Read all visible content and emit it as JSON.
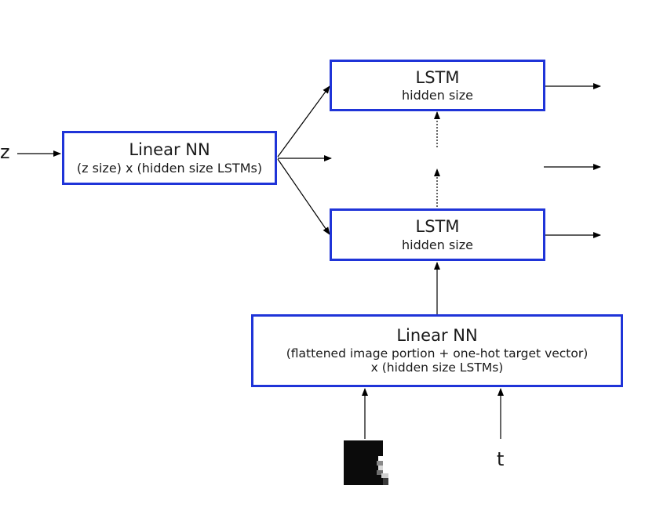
{
  "diagram": {
    "z_label": "z",
    "t_label": "t",
    "linear_left": {
      "title": "Linear NN",
      "subtitle": "(z size) x (hidden size LSTMs)"
    },
    "lstm_top": {
      "title": "LSTM",
      "subtitle": "hidden size"
    },
    "lstm_bottom": {
      "title": "LSTM",
      "subtitle": "hidden size"
    },
    "linear_bottom": {
      "title": "Linear NN",
      "line2": "(flattened image portion + one-hot target vector)",
      "line3": "x (hidden size LSTMs)"
    },
    "colors": {
      "box_border": "#1f34d8",
      "arrow": "#000000"
    }
  }
}
